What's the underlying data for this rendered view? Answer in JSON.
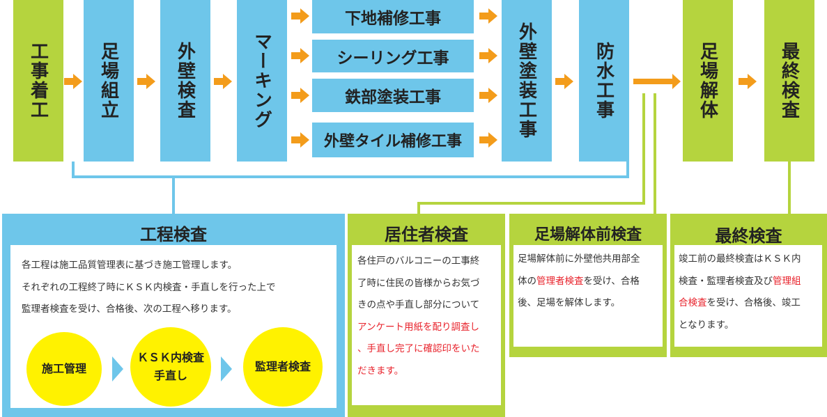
{
  "flow": {
    "steps": [
      {
        "label": "工事着工",
        "color": "#b5d43e"
      },
      {
        "label": "足場組立",
        "color": "#6ec6ea"
      },
      {
        "label": "外壁検査",
        "color": "#6ec6ea"
      },
      {
        "label": "マーキング",
        "color": "#6ec6ea"
      },
      {
        "label": "外壁塗装工事",
        "color": "#6ec6ea"
      },
      {
        "label": "防水工事",
        "color": "#6ec6ea"
      },
      {
        "label": "足場解体",
        "color": "#b5d43e"
      },
      {
        "label": "最終検査",
        "color": "#b5d43e"
      }
    ],
    "parallel": [
      "下地補修工事",
      "シーリング工事",
      "鉄部塗装工事",
      "外壁タイル補修工事"
    ],
    "arrow_color": "#f39c1b"
  },
  "panels": {
    "process": {
      "title": "工程検査",
      "lines": [
        "各工程は施工品質管理表に基づき施工管理します。",
        "それぞれの工程終了時にＫＳＫ内検査・手直しを行った上で",
        "監理者検査を受け、合格後、次の工程へ移ります。"
      ],
      "circles": [
        "施工管理",
        "ＫＳＫ内検査",
        "手直し",
        "監理者検査"
      ]
    },
    "resident": {
      "title": "居住者検査",
      "lines": [
        "各住戸のバルコニーの工事終",
        "了時に住民の皆様からお気づ",
        "きの点や手直し部分について"
      ],
      "red_lines": [
        "アンケート用紙を配り調査し",
        "、手直し完了に確認印をいた",
        "だきます。"
      ]
    },
    "dismantle": {
      "title": "足場解体前検査",
      "line1": "足場解体前に外壁他共用部全",
      "line2_pre": "体の",
      "line2_red": "管理者検査",
      "line2_post": "を受け、合格",
      "line3": "後、足場を解体します。"
    },
    "final": {
      "title": "最終検査",
      "line1": "竣工前の最終検査はＫＳＫ内",
      "line2_pre": "検査・監理者検査及び",
      "line2_red": "管理組",
      "line3_red": "合検査",
      "line3_post": "を受け、合格後、竣工",
      "line4": "となります。"
    }
  }
}
